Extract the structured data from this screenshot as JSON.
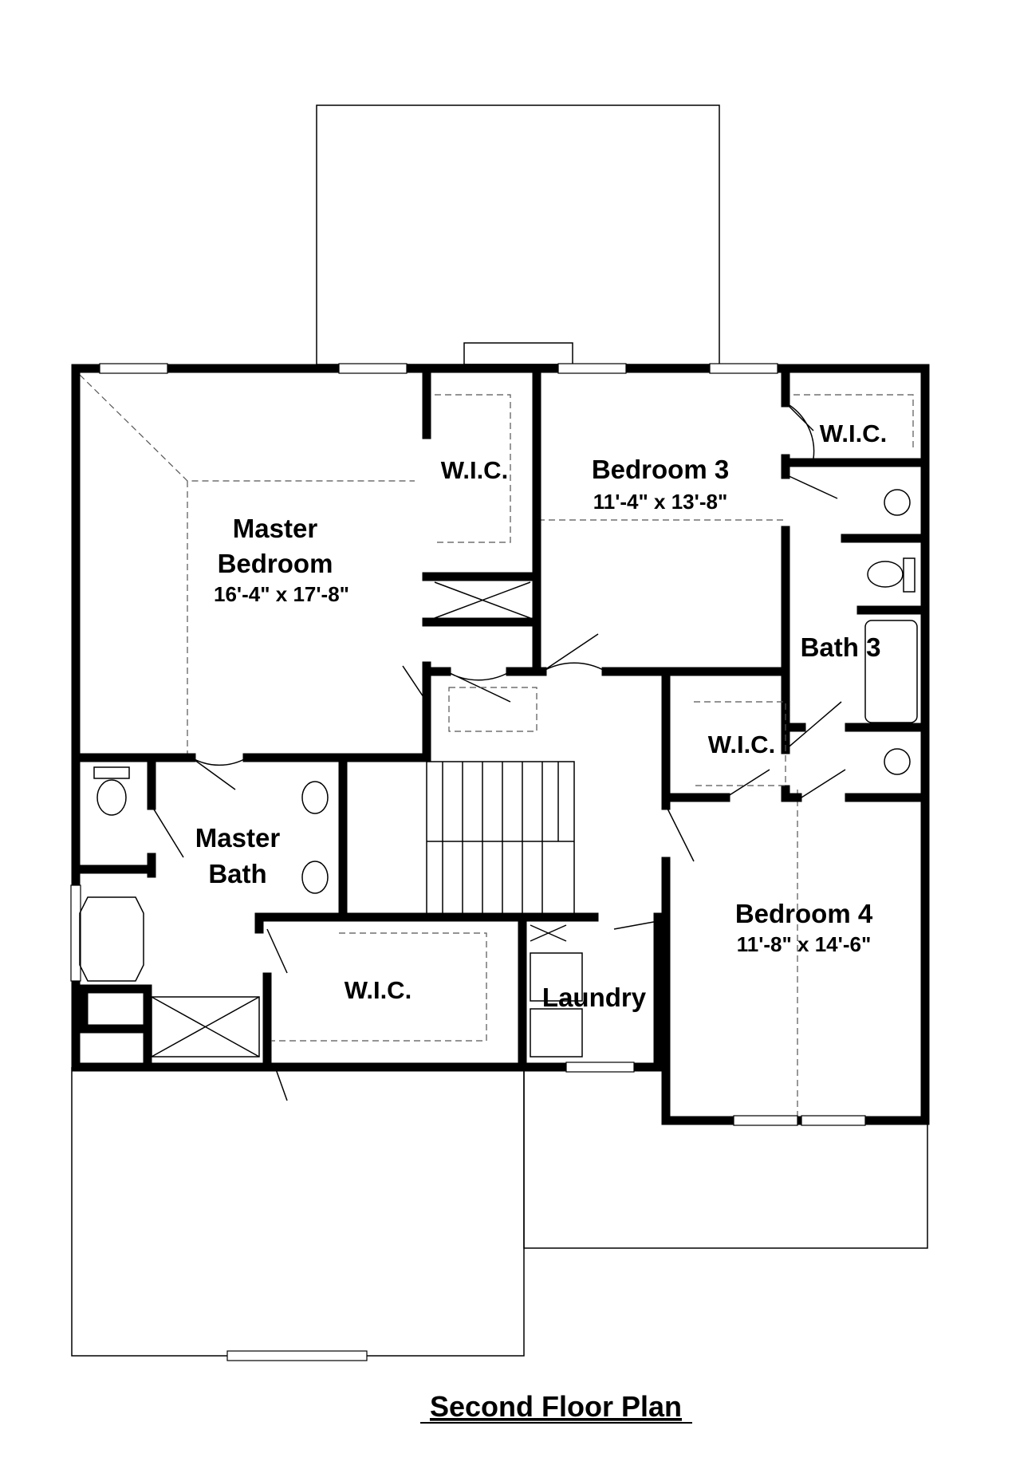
{
  "title": "Second Floor Plan",
  "rooms": {
    "master_bedroom": {
      "name_line1": "Master",
      "name_line2": "Bedroom",
      "dims": "16'-4\" x 17'-8\""
    },
    "bedroom3": {
      "name": "Bedroom 3",
      "dims": "11'-4\" x 13'-8\""
    },
    "bedroom4": {
      "name": "Bedroom 4",
      "dims": "11'-8\" x 14'-6\""
    },
    "bath3": {
      "name": "Bath 3"
    },
    "master_bath": {
      "name_line1": "Master",
      "name_line2": "Bath"
    },
    "laundry": {
      "name": "Laundry"
    },
    "wic_master_top": {
      "name": "W.I.C."
    },
    "wic_bedroom3": {
      "name": "W.I.C."
    },
    "wic_bedroom4": {
      "name": "W.I.C."
    },
    "wic_master_bath": {
      "name": "W.I.C."
    }
  }
}
